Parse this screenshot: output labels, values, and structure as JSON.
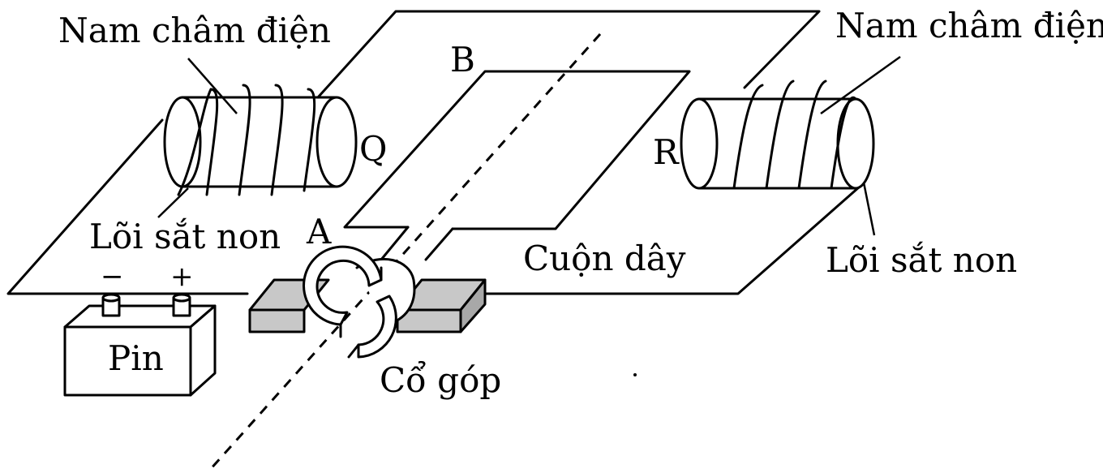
{
  "labels": {
    "electromagnet_left": "Nam châm điện",
    "electromagnet_right": "Nam châm điện",
    "pole_q": "Q",
    "pole_r": "R",
    "point_a": "A",
    "point_b": "B",
    "core_left": "Lõi sắt non",
    "core_right": "Lõi sắt non",
    "coil": "Cuộn dây",
    "commutator": "Cổ góp",
    "battery": "Pin",
    "terminal_minus": "−",
    "terminal_plus": "+"
  },
  "colors": {
    "line": "#000000",
    "brush_fill": "#c8c8c8",
    "background": "#ffffff"
  }
}
